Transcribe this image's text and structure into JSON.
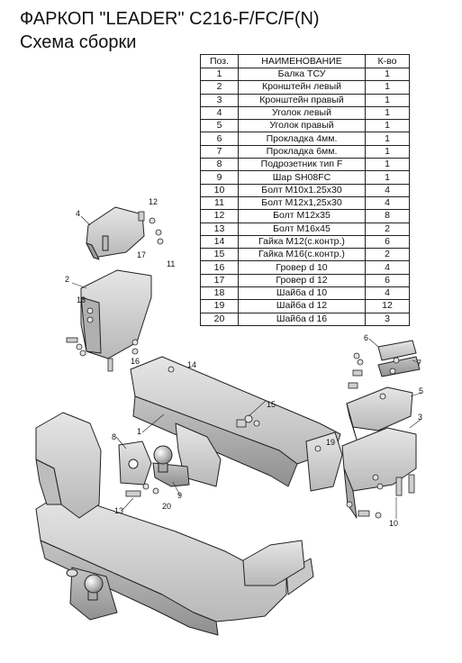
{
  "header": {
    "title": "ФАРКОП \"LEADER\" C216-F/FC/F(N)",
    "subtitle": "Схема сборки"
  },
  "table": {
    "columns": [
      "Поз.",
      "НАИМЕНОВАНИЕ",
      "К-во"
    ],
    "rows": [
      [
        "1",
        "Балка ТСУ",
        "1"
      ],
      [
        "2",
        "Кронштейн левый",
        "1"
      ],
      [
        "3",
        "Кронштейн правый",
        "1"
      ],
      [
        "4",
        "Уголок левый",
        "1"
      ],
      [
        "5",
        "Уголок правый",
        "1"
      ],
      [
        "6",
        "Прокладка 4мм.",
        "1"
      ],
      [
        "7",
        "Прокладка 6мм.",
        "1"
      ],
      [
        "8",
        "Подрозетник тип F",
        "1"
      ],
      [
        "9",
        "Шар SH08FC",
        "1"
      ],
      [
        "10",
        "Болт М10х1.25х30",
        "4"
      ],
      [
        "11",
        "Болт М12х1,25х30",
        "4"
      ],
      [
        "12",
        "Болт М12х35",
        "8"
      ],
      [
        "13",
        "Болт М16х45",
        "2"
      ],
      [
        "14",
        "Гайка М12(с.контр.)",
        "6"
      ],
      [
        "15",
        "Гайка  М16(с.контр.)",
        "2"
      ],
      [
        "16",
        "Гровер d 10",
        "4"
      ],
      [
        "17",
        "Гровер d 12",
        "6"
      ],
      [
        "18",
        "Шайба d 10",
        "4"
      ],
      [
        "19",
        "Шайба d 12",
        "12"
      ],
      [
        "20",
        "Шайба d 16",
        "3"
      ]
    ]
  },
  "callouts": {
    "c1": "1",
    "c2": "2",
    "c3": "3",
    "c4": "4",
    "c5": "5",
    "c6": "6",
    "c7": "7",
    "c8": "8",
    "c9": "9",
    "c10": "10",
    "c11": "11",
    "c12": "12",
    "c13": "13",
    "c14": "14",
    "c15": "15",
    "c16": "16",
    "c17": "17",
    "c18": "18",
    "c19": "19",
    "c20": "20"
  }
}
